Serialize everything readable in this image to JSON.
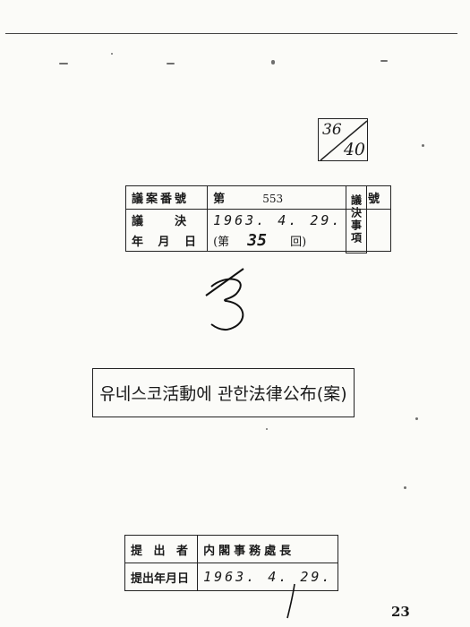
{
  "page_fraction": {
    "numerator": "36",
    "denominator": "40"
  },
  "bill_table": {
    "number_label": "議案番號",
    "number_prefix": "第",
    "number_value": "553",
    "number_suffix": "號",
    "resolution_label_1": "議　　決",
    "resolution_label_2": "年 月 日",
    "resolution_date": "1963. 4. 29.",
    "session_prefix": "(第",
    "session_value": "35",
    "session_suffix": "回)"
  },
  "vertical_stamp": "議決事項",
  "document_title": "유네스코活動에 관한法律公布(案)",
  "submit_table": {
    "submitter_label": "提 出 者",
    "submitter_value": "内閣事務處長",
    "date_label": "提出年月日",
    "date_value": "1963. 4. 29."
  },
  "page_number": "23"
}
